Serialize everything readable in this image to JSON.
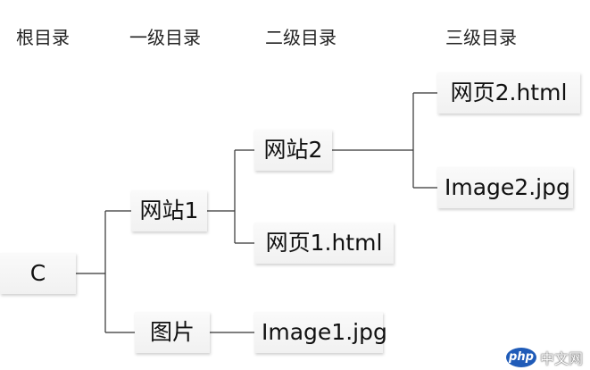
{
  "headers": {
    "root": "根目录",
    "level1": "一级目录",
    "level2": "二级目录",
    "level3": "三级目录"
  },
  "nodes": {
    "root": "C",
    "site1": "网站1",
    "images": "图片",
    "site2": "网站2",
    "page1": "网页1.html",
    "image1": "Image1.jpg",
    "page2": "网页2.html",
    "image2": "Image2.jpg"
  },
  "watermark": {
    "logo": "php",
    "text": "中文网"
  },
  "colors": {
    "line": "#333333",
    "node_bg": "#f4f4f4",
    "watermark_logo": "#1f5bb8"
  }
}
